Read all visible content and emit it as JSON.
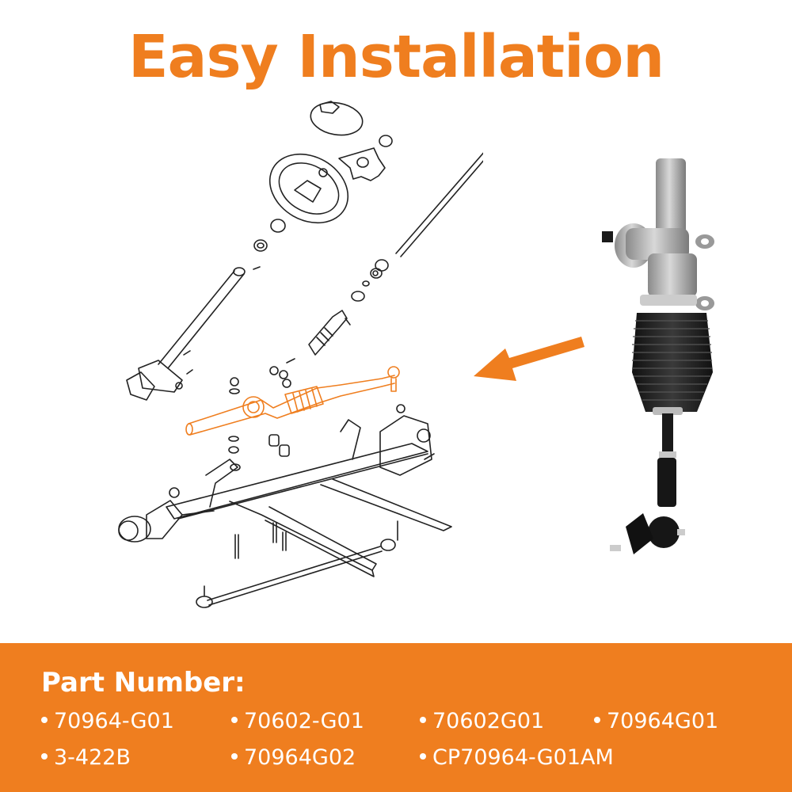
{
  "title": "Easy Installation",
  "colors": {
    "accent": "#EF7E1F",
    "line": "#222222",
    "background": "#FFFFFF",
    "footer_text": "#FFFFFF"
  },
  "diagram": {
    "description": "Exploded view of steering assembly with steering rack highlighted in orange"
  },
  "photo": {
    "description": "Steering rack and pinion assembly with black bellows boot and tie rod end"
  },
  "arrow": {
    "direction": "left",
    "icon": "arrow-left-icon"
  },
  "footer": {
    "heading": "Part Number:",
    "part_numbers": [
      "70964-G01",
      "70602-G01",
      "70602G01",
      "70964G01",
      "3-422B",
      "70964G02",
      "CP70964-G01AM"
    ]
  }
}
